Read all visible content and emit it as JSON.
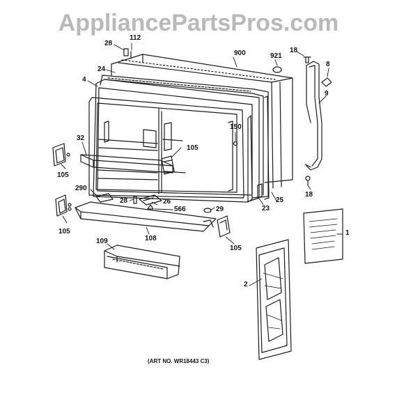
{
  "watermark": "AppliancePartsPros.com",
  "art_number": "(ART NO. WR18443 C3)",
  "callouts": {
    "c112": "112",
    "c28a": "28",
    "c900": "900",
    "c921": "921",
    "c18a": "18",
    "c8": "8",
    "c24": "24",
    "c4": "4",
    "c9": "9",
    "c150": "150",
    "c32": "32",
    "c105a": "105",
    "c105b": "105",
    "c105c": "105",
    "c105d": "105",
    "c290": "290",
    "c28b": "28",
    "c26": "26",
    "c566": "566",
    "c29": "29",
    "c23": "23",
    "c25": "25",
    "c18b": "18",
    "c108": "108",
    "c109": "109",
    "c1": "1",
    "c2": "2"
  }
}
